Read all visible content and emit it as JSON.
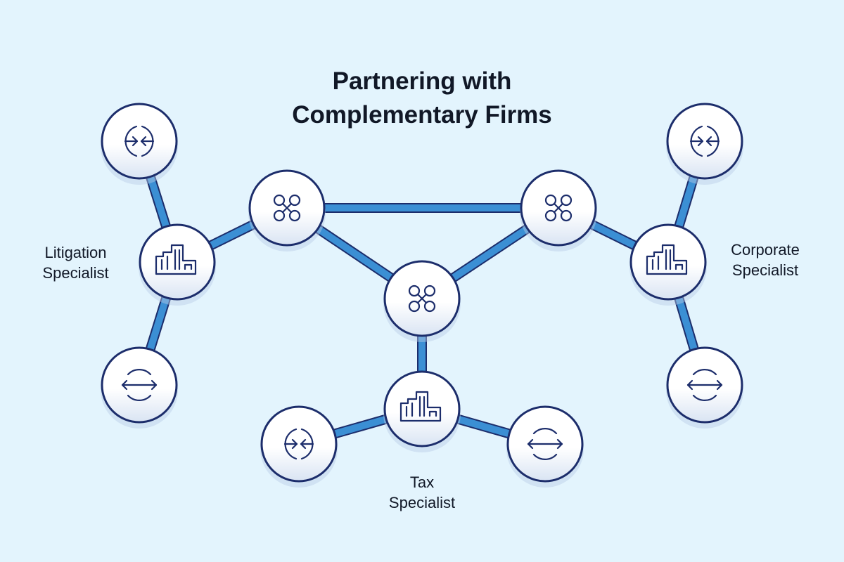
{
  "title": {
    "line1": "Partnering with",
    "line2": "Complementary Firms"
  },
  "labels": {
    "litigation": [
      "Litigation",
      "Specialist"
    ],
    "corporate": [
      "Corporate",
      "Specialist"
    ],
    "tax": [
      "Tax",
      "Specialist"
    ]
  },
  "colors": {
    "background": "#e3f4fd",
    "connector": "#3b8fd4",
    "outline": "#1c2d6b",
    "node_fill": "#ffffff"
  },
  "nodes": [
    {
      "id": "hub-left",
      "icon": "four-circles-icon"
    },
    {
      "id": "hub-right",
      "icon": "four-circles-icon"
    },
    {
      "id": "hub-center",
      "icon": "four-circles-icon"
    },
    {
      "id": "litigation",
      "icon": "building-icon"
    },
    {
      "id": "corporate",
      "icon": "building-icon"
    },
    {
      "id": "tax",
      "icon": "building-icon"
    },
    {
      "id": "lit-top",
      "icon": "arrows-inward-icon"
    },
    {
      "id": "lit-bottom",
      "icon": "arrows-outward-icon"
    },
    {
      "id": "corp-top",
      "icon": "arrows-inward-icon"
    },
    {
      "id": "corp-bottom",
      "icon": "arrows-outward-icon"
    },
    {
      "id": "tax-left",
      "icon": "arrows-inward-icon"
    },
    {
      "id": "tax-right",
      "icon": "arrows-outward-icon"
    }
  ],
  "edges": [
    [
      "hub-left",
      "hub-right"
    ],
    [
      "hub-left",
      "hub-center"
    ],
    [
      "hub-right",
      "hub-center"
    ],
    [
      "hub-left",
      "litigation"
    ],
    [
      "hub-right",
      "corporate"
    ],
    [
      "hub-center",
      "tax"
    ],
    [
      "litigation",
      "lit-top"
    ],
    [
      "litigation",
      "lit-bottom"
    ],
    [
      "corporate",
      "corp-top"
    ],
    [
      "corporate",
      "corp-bottom"
    ],
    [
      "tax",
      "tax-left"
    ],
    [
      "tax",
      "tax-right"
    ]
  ]
}
